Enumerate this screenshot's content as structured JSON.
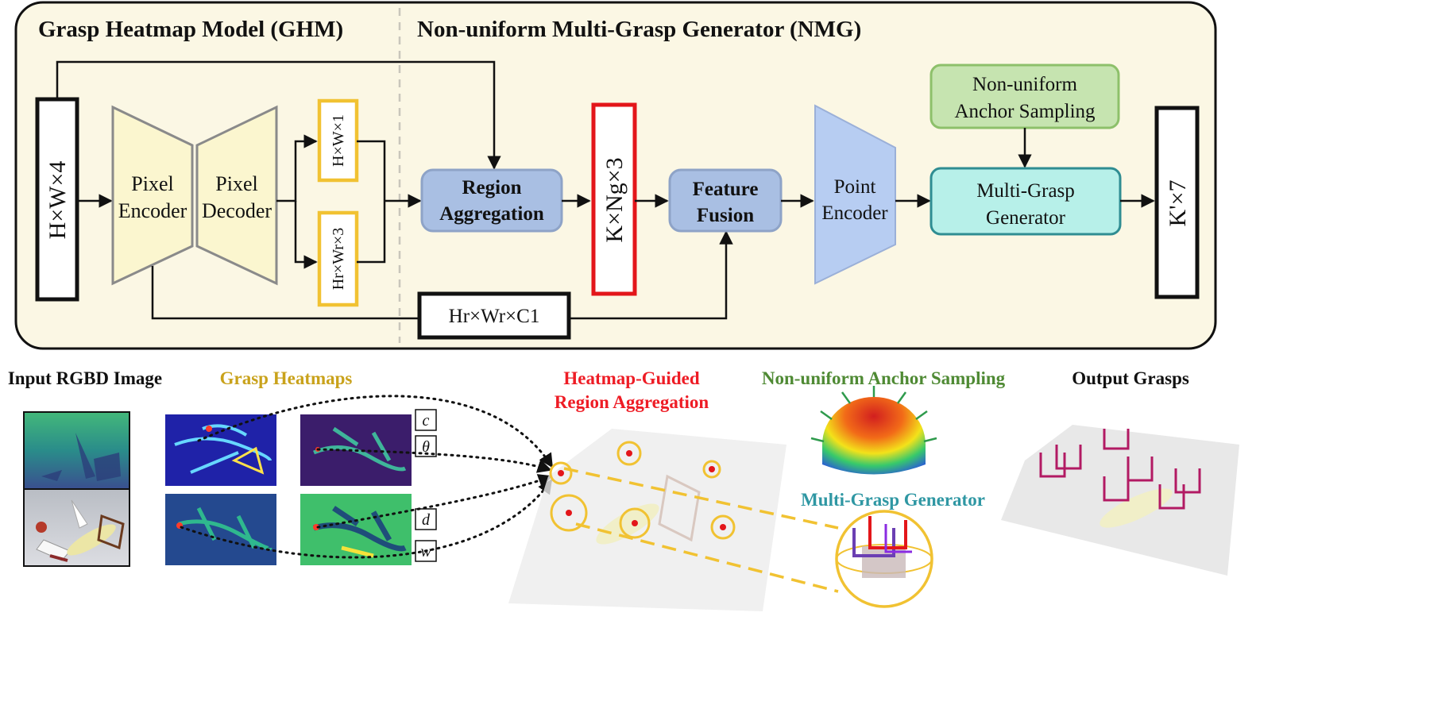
{
  "colors": {
    "panel_bg": "#fbf7e4",
    "encoder_fill": "#fbf6cf",
    "blue_box": "#a9bfe3",
    "point_encoder": "#b7cdf2",
    "green_box": "#c6e4b0",
    "teal_box": "#b7f0e9",
    "heatmap_border": "#f1c232",
    "red_border": "#e3161a",
    "gold_label": "#c9a21b",
    "red_label": "#ee1c25",
    "green_label": "#4f8a34",
    "teal_label": "#2f97a3"
  },
  "header": {
    "ghm_title": "Grasp Heatmap Model (GHM)",
    "nmg_title": "Non-uniform Multi-Grasp Generator (NMG)"
  },
  "blocks": {
    "input_shape": "H×W×4",
    "pixel_encoder": [
      "Pixel",
      "Encoder"
    ],
    "pixel_decoder": [
      "Pixel",
      "Decoder"
    ],
    "heatmap_1": "H×W×1",
    "heatmap_2": "Hr×Wr×3",
    "feature_map": "Hr×Wr×C1",
    "region_aggregation": [
      "Region",
      "Aggregation"
    ],
    "region_shape": "K×Ng×3",
    "feature_fusion": [
      "Feature",
      "Fusion"
    ],
    "point_encoder": [
      "Point",
      "Encoder"
    ],
    "anchor_sampling": [
      "Non-uniform",
      "Anchor Sampling"
    ],
    "multi_grasp": [
      "Multi-Grasp",
      "Generator"
    ],
    "output_shape": "K'×7"
  },
  "bottom": {
    "input_label": "Input RGBD Image",
    "heatmaps_label": "Grasp Heatmaps",
    "region_label": [
      "Heatmap-Guided",
      "Region Aggregation"
    ],
    "anchor_label": "Non-uniform Anchor Sampling",
    "generator_label": "Multi-Grasp Generator",
    "output_label": "Output Grasps",
    "heatmap_symbols": [
      "c",
      "θ",
      "d",
      "w"
    ]
  }
}
